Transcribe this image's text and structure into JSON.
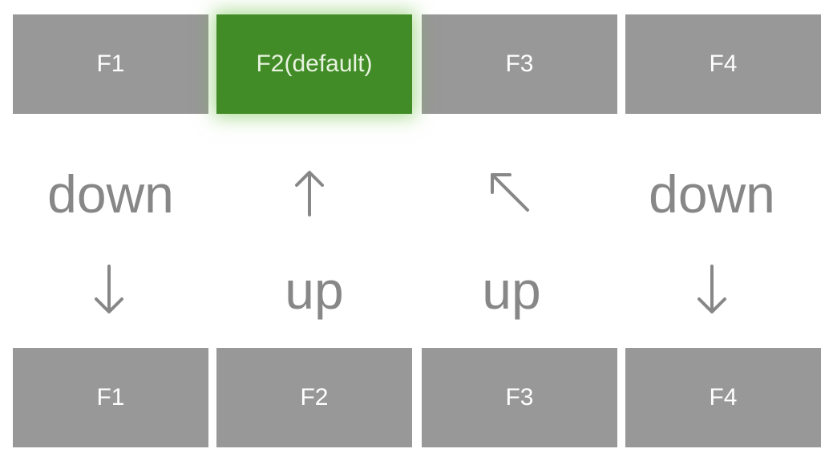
{
  "top_row": [
    {
      "label": "F1",
      "active": false
    },
    {
      "label": "F2(default)",
      "active": true
    },
    {
      "label": "F3",
      "active": false
    },
    {
      "label": "F4",
      "active": false
    }
  ],
  "transitions": [
    {
      "word": "down",
      "arrow": "down-arrow-icon",
      "word_position": "above"
    },
    {
      "word": "up",
      "arrow": "up-arrow-icon",
      "word_position": "below"
    },
    {
      "word": "up",
      "arrow": "up-left-arrow-icon",
      "word_position": "below"
    },
    {
      "word": "down",
      "arrow": "down-arrow-icon",
      "word_position": "above"
    }
  ],
  "bottom_row": [
    {
      "label": "F1"
    },
    {
      "label": "F2"
    },
    {
      "label": "F3"
    },
    {
      "label": "F4"
    }
  ],
  "colors": {
    "box": "#989898",
    "active_box": "#418c27",
    "text_gray": "#878787"
  }
}
